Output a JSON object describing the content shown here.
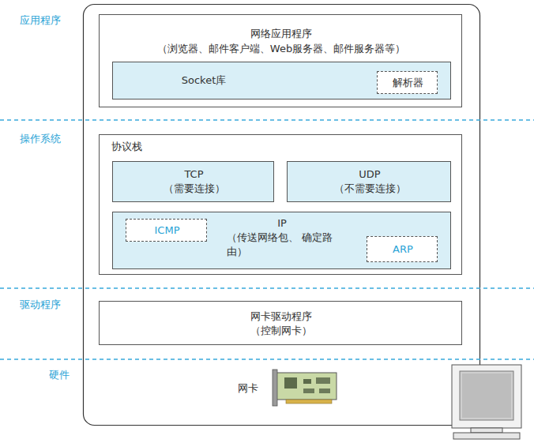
{
  "diagram": {
    "nodes": [
      {
        "text": [
          "网络应用程序",
          "（浏览器、邮件客户端、Web服务器、邮件服务器等）"
        ]
      },
      {
        "text": [
          "Socket库"
        ],
        "in": 0
      },
      {
        "text": [
          "解析器"
        ],
        "in": 1
      },
      {
        "text": [
          "协议栈"
        ]
      },
      {
        "text": [
          "TCP",
          "（需要连接）"
        ],
        "in": 3
      },
      {
        "text": [
          "UDP",
          "（不需要连接）"
        ],
        "in": 3
      },
      {
        "text": [
          "IP",
          "（传送网络包、 确定路由）"
        ],
        "in": 3
      },
      {
        "text": [
          "ICMP"
        ],
        "in": 6
      },
      {
        "text": [
          "ARP"
        ],
        "in": 6
      },
      {
        "text": [
          "网卡驱动程序",
          "（控制网卡）"
        ]
      }
    ],
    "labels": [
      "应用程序",
      "操作系统",
      "驱动程序",
      "硬件",
      "网卡"
    ]
  }
}
